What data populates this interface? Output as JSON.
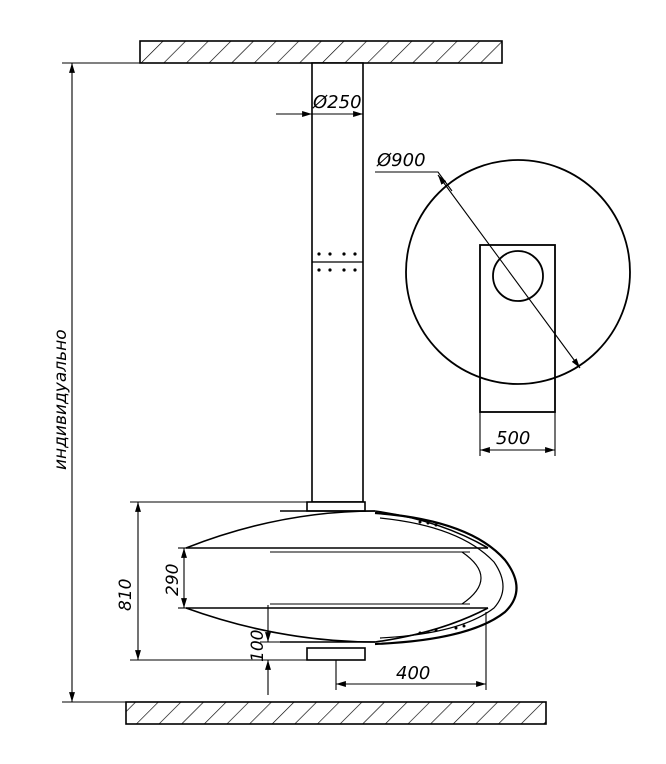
{
  "dimensions": {
    "pipe_diameter": "Ø250",
    "disc_diameter": "Ø900",
    "disc_width": "500",
    "total_height": "810",
    "body_height": "290",
    "bottom_offset": "100",
    "depth": "400",
    "overall_height_label": "индивидуально"
  },
  "colors": {
    "line": "#000000",
    "background": "#ffffff"
  }
}
